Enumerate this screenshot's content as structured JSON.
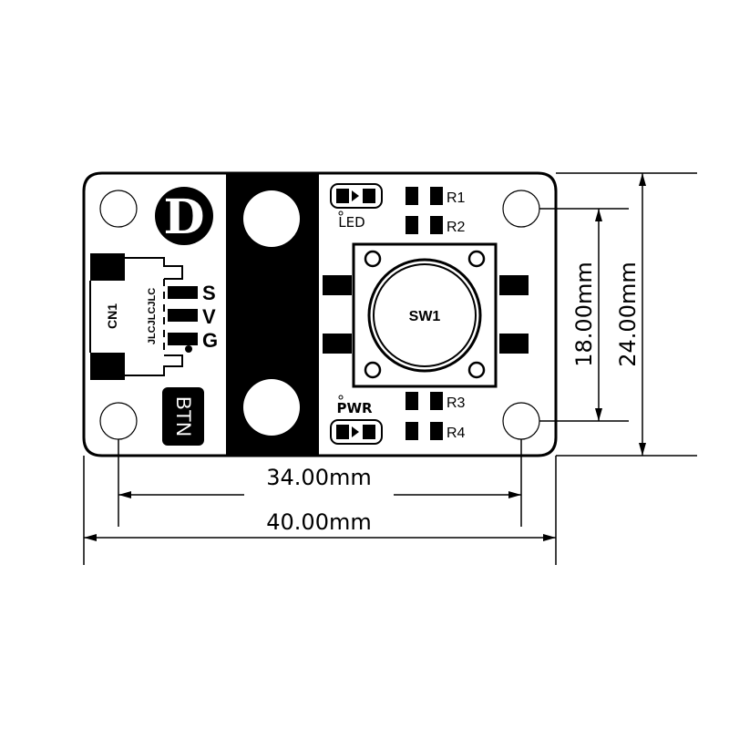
{
  "board": {
    "logo_letter": "D",
    "connector_label": "CN1",
    "connector_silk": "JLCJLCJLC",
    "pins": [
      "S",
      "V",
      "G"
    ],
    "module_label": "BTN",
    "switch_label": "SW1",
    "leds": [
      "LED",
      "PWR"
    ],
    "resistors": [
      "R1",
      "R2",
      "R3",
      "R4"
    ]
  },
  "dimensions": {
    "hole_spacing_x": "34.00mm",
    "board_width": "40.00mm",
    "hole_spacing_y": "18.00mm",
    "board_height": "24.00mm"
  },
  "colors": {
    "ink": "#000000",
    "board": "#ffffff"
  }
}
